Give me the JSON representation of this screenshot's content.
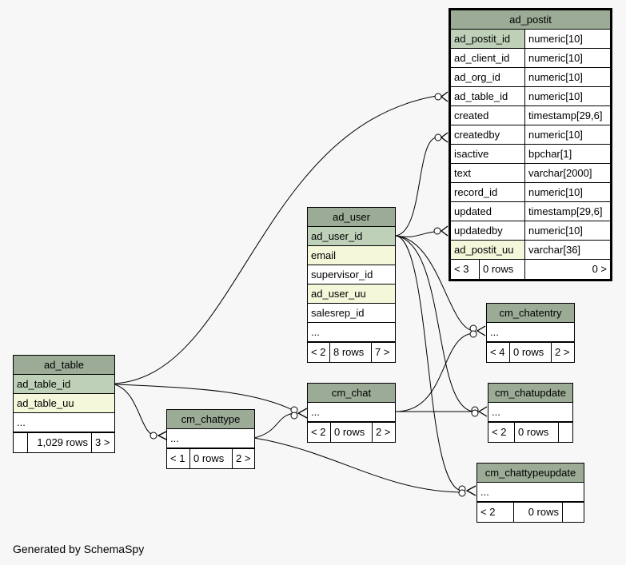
{
  "tables": {
    "ad_postit": {
      "name": "ad_postit",
      "columns": [
        {
          "name": "ad_postit_id",
          "type": "numeric[10]"
        },
        {
          "name": "ad_client_id",
          "type": "numeric[10]"
        },
        {
          "name": "ad_org_id",
          "type": "numeric[10]"
        },
        {
          "name": "ad_table_id",
          "type": "numeric[10]"
        },
        {
          "name": "created",
          "type": "timestamp[29,6]"
        },
        {
          "name": "createdby",
          "type": "numeric[10]"
        },
        {
          "name": "isactive",
          "type": "bpchar[1]"
        },
        {
          "name": "text",
          "type": "varchar[2000]"
        },
        {
          "name": "record_id",
          "type": "numeric[10]"
        },
        {
          "name": "updated",
          "type": "timestamp[29,6]"
        },
        {
          "name": "updatedby",
          "type": "numeric[10]"
        },
        {
          "name": "ad_postit_uu",
          "type": "varchar[36]"
        }
      ],
      "footer": {
        "parents": "< 3",
        "rows": "0 rows",
        "children": "0 >"
      }
    },
    "ad_user": {
      "name": "ad_user",
      "columns": [
        "ad_user_id",
        "email",
        "supervisor_id",
        "ad_user_uu",
        "salesrep_id",
        "..."
      ],
      "footer": {
        "parents": "< 2",
        "rows": "8 rows",
        "children": "7 >"
      }
    },
    "ad_table": {
      "name": "ad_table",
      "columns": [
        "ad_table_id",
        "ad_table_uu",
        "..."
      ],
      "footer": {
        "parents": "",
        "rows": "1,029 rows",
        "children": "3 >"
      }
    },
    "cm_chattype": {
      "name": "cm_chattype",
      "columns": [
        "..."
      ],
      "footer": {
        "parents": "< 1",
        "rows": "0 rows",
        "children": "2 >"
      }
    },
    "cm_chat": {
      "name": "cm_chat",
      "columns": [
        "..."
      ],
      "footer": {
        "parents": "< 2",
        "rows": "0 rows",
        "children": "2 >"
      }
    },
    "cm_chatentry": {
      "name": "cm_chatentry",
      "columns": [
        "..."
      ],
      "footer": {
        "parents": "< 4",
        "rows": "0 rows",
        "children": "2 >"
      }
    },
    "cm_chatupdate": {
      "name": "cm_chatupdate",
      "columns": [
        "..."
      ],
      "footer": {
        "parents": "< 2",
        "rows": "0 rows",
        "children": ""
      }
    },
    "cm_chattypeupdate": {
      "name": "cm_chattypeupdate",
      "columns": [
        "..."
      ],
      "footer": {
        "parents": "< 2",
        "rows": "0 rows",
        "children": ""
      }
    }
  },
  "generated_by": "Generated by SchemaSpy",
  "colors": {
    "header": "#9bab96",
    "primary_key": "#bed1b8",
    "unique_key": "#f4f7da",
    "background": "#f7f7f7"
  }
}
